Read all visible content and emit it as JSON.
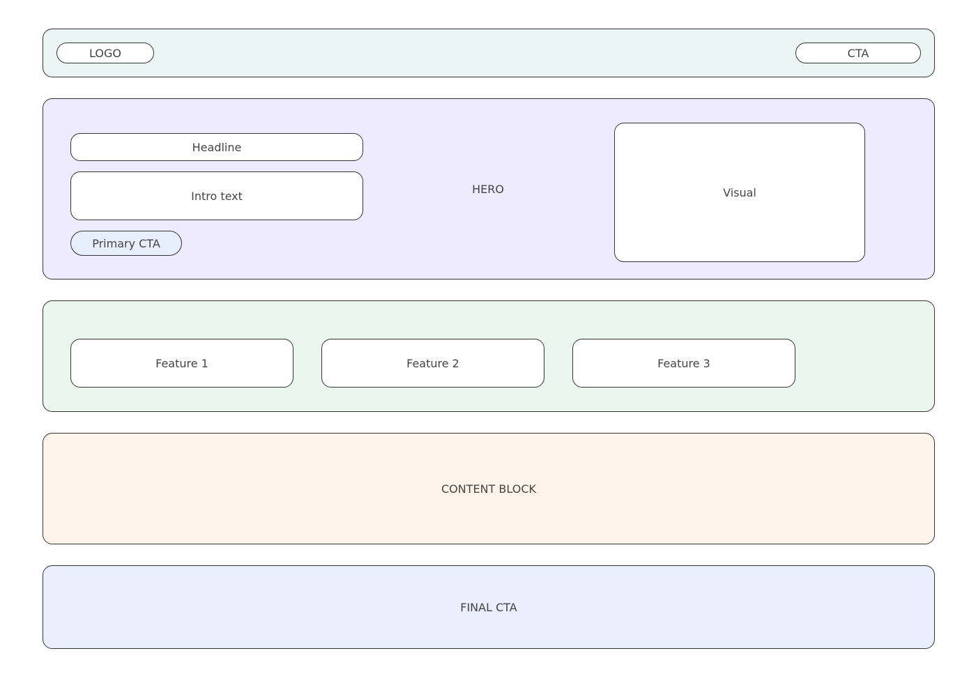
{
  "header": {
    "logo_label": "LOGO",
    "cta_label": "CTA"
  },
  "hero": {
    "label": "HERO",
    "headline_label": "Headline",
    "intro_label": "Intro text",
    "primary_cta_label": "Primary CTA",
    "visual_label": "Visual"
  },
  "features": {
    "items": [
      {
        "label": "Feature 1"
      },
      {
        "label": "Feature 2"
      },
      {
        "label": "Feature 3"
      }
    ]
  },
  "content_block": {
    "label": "CONTENT BLOCK"
  },
  "final_cta": {
    "label": "FINAL CTA"
  },
  "colors": {
    "header_bg": "#eaf5f4",
    "hero_bg": "#eeebff",
    "features_bg": "#ebf6ef",
    "content_bg": "#fff4ea",
    "final_bg": "#e9effc",
    "primary_cta_bg": "#e8effc",
    "border": "#333333",
    "text": "#444444"
  }
}
